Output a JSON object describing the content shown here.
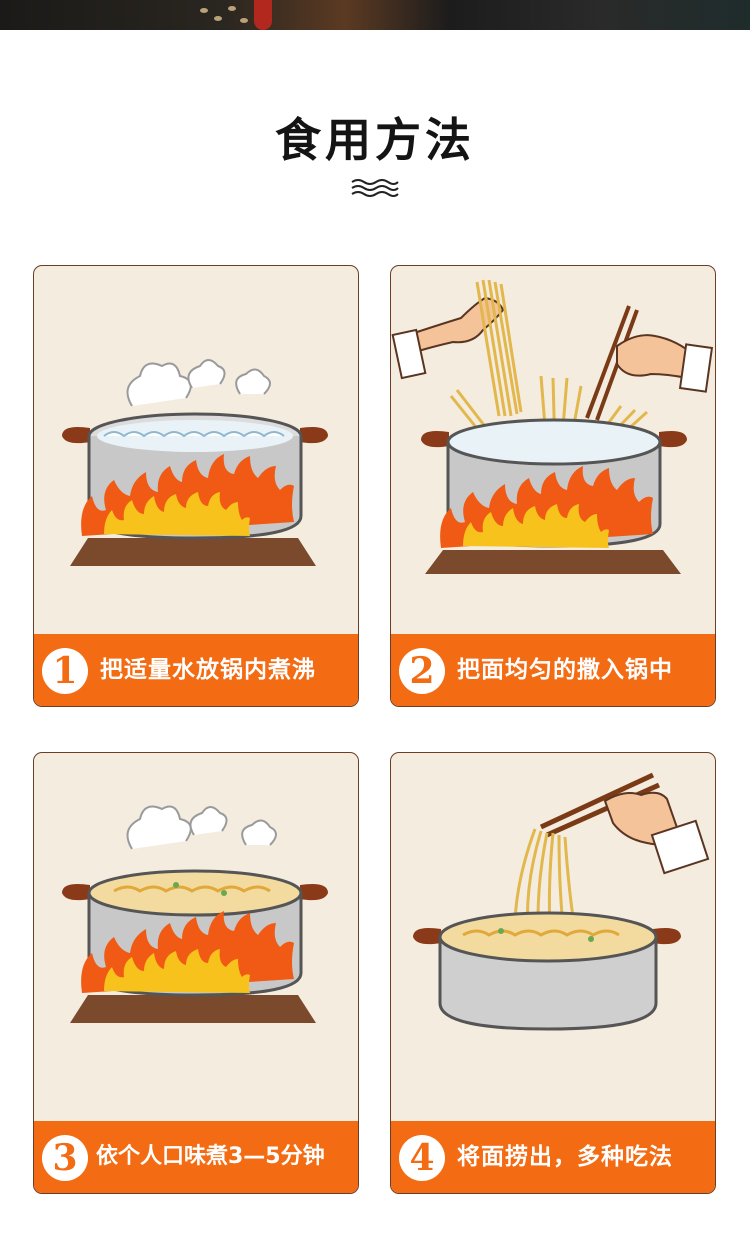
{
  "title": "食用方法",
  "steps": [
    {
      "number": "1",
      "text": "把适量水放锅内煮沸",
      "icon": "boiling-water-pot-icon"
    },
    {
      "number": "2",
      "text": "把面均匀的撒入锅中",
      "icon": "noodles-into-pot-icon"
    },
    {
      "number": "3",
      "text": "依个人口味煮3—5分钟",
      "icon": "noodles-boiling-pot-icon"
    },
    {
      "number": "4",
      "text": "将面捞出，多种吃法",
      "icon": "lifting-noodles-icon"
    }
  ],
  "colors": {
    "accent": "#f36b12",
    "card_bg": "#f4ecdf",
    "border": "#6b3e26",
    "title": "#141414"
  }
}
